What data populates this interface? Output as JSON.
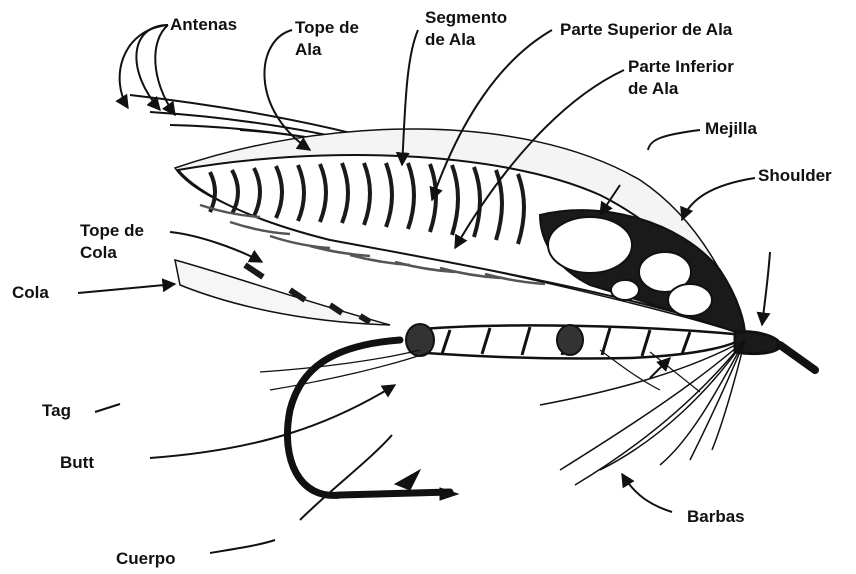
{
  "labels": {
    "antenas": "Antenas",
    "tope_de_ala": [
      "Tope de",
      "Ala"
    ],
    "segmento_de_ala": [
      "Segmento",
      "de Ala"
    ],
    "parte_superior_de_ala": "Parte Superior de Ala",
    "parte_inferior_de_ala": [
      "Parte Inferior",
      "de Ala"
    ],
    "mejilla": "Mejilla",
    "shoulder": "Shoulder",
    "tope_de_cola": [
      "Tope de",
      "Cola"
    ],
    "cola": "Cola",
    "tag": "Tag",
    "butt": "Butt",
    "barbas": "Barbas",
    "cuerpo": "Cuerpo"
  },
  "colors": {
    "ink": "#111111",
    "paper": "#ffffff"
  }
}
